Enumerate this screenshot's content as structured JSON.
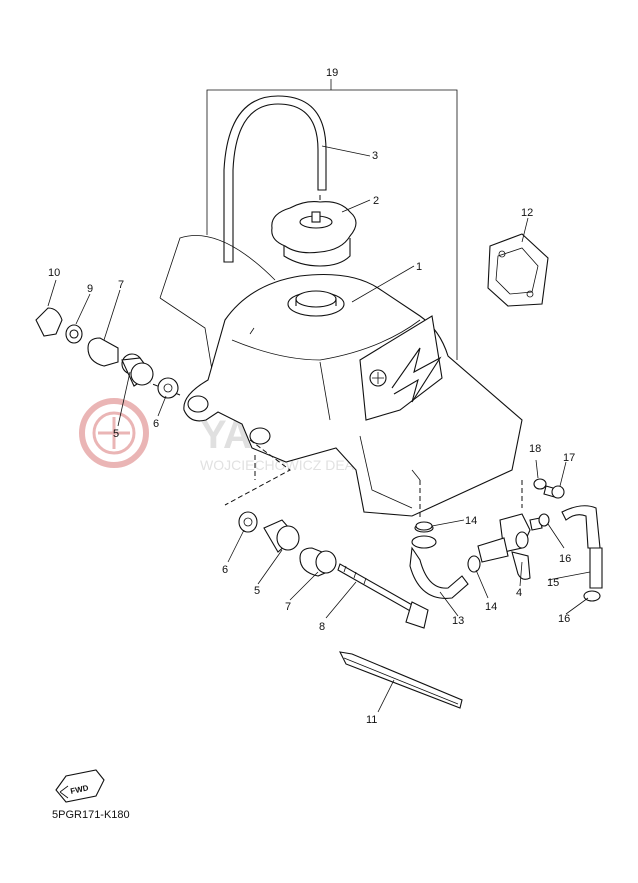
{
  "diagram": {
    "callouts": [
      "19",
      "3",
      "2",
      "1",
      "12",
      "10",
      "9",
      "7",
      "5",
      "6",
      "18",
      "17",
      "14",
      "16",
      "4",
      "15",
      "13",
      "8",
      "11"
    ],
    "fwd_label": "FWD",
    "drawing_code": "5PGR171-K180"
  },
  "watermark": {
    "title": "YAMA-SKLEP.PL",
    "subtitle": "WOJCIECHOWICZ DEALER YAMAHA"
  },
  "colors": {
    "line": "#111111",
    "watermark_red": "#e6a3a3",
    "watermark_gray": "#d9d9d9"
  }
}
